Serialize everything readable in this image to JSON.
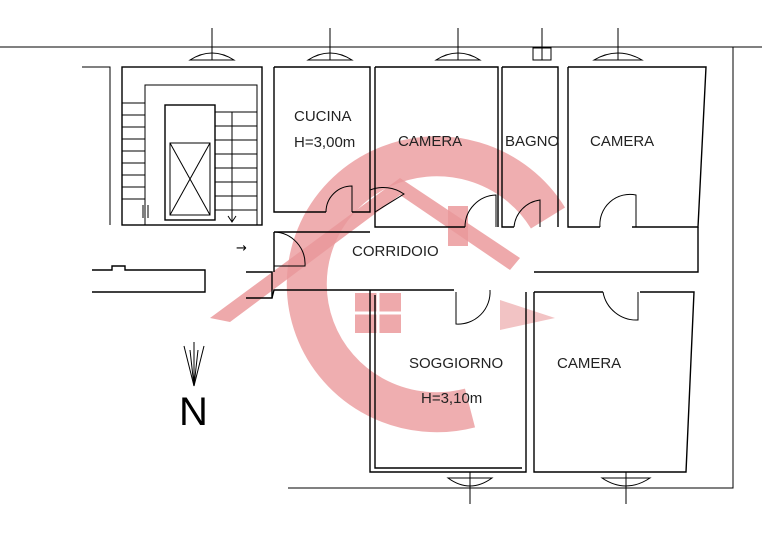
{
  "rooms": {
    "cucina": "CUCINA",
    "cucina_height": "H=3,00m",
    "camera_1": "CAMERA",
    "bagno": "BAGNO",
    "camera_2": "CAMERA",
    "corridoio": "CORRIDOIO",
    "soggiorno": "SOGGIORNO",
    "soggiorno_height": "H=3,10m",
    "camera_3": "CAMERA"
  },
  "compass": {
    "label": "N"
  },
  "watermark": {
    "color": "#d9474b",
    "icon": "house-logo-watermark"
  }
}
